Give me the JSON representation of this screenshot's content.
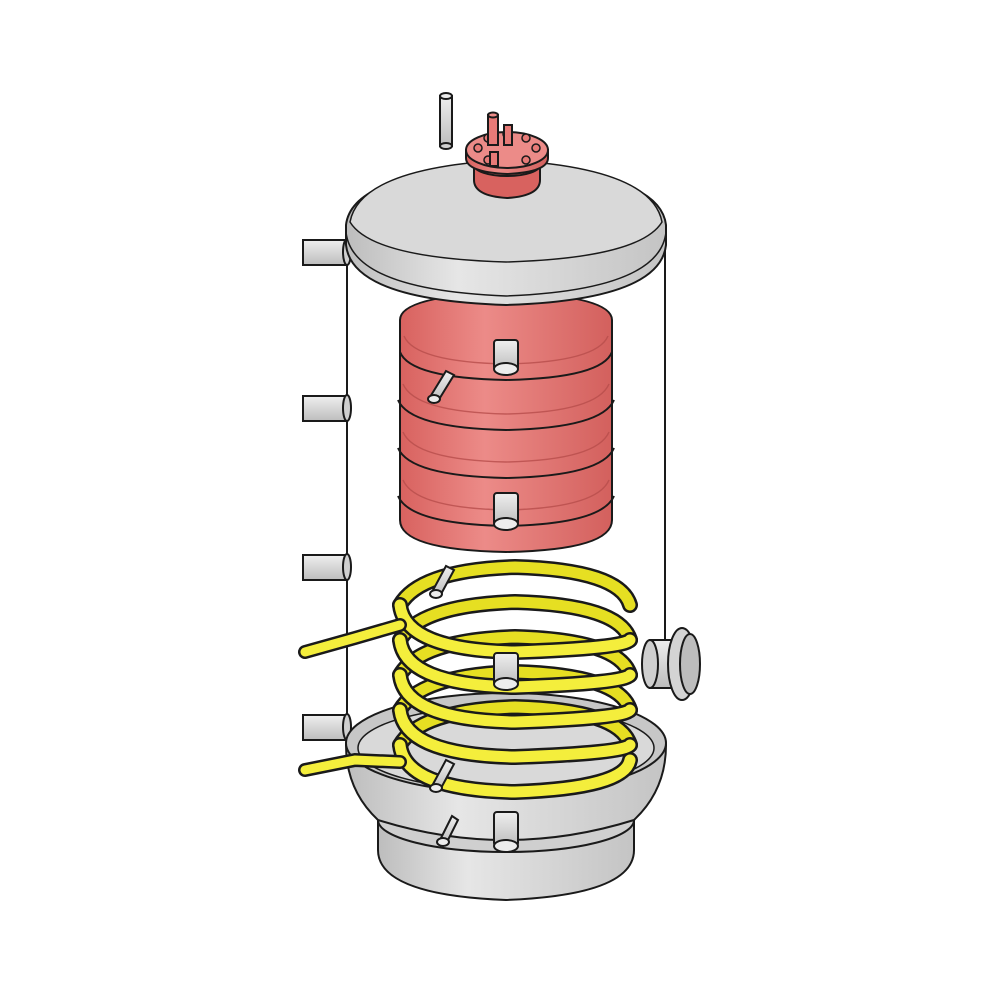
{
  "figure": {
    "type": "exploded isometric illustration of a storage tank",
    "colors": {
      "background": "#ffffff",
      "outline": "#1a1a1a",
      "shell_metal": "#dcdcdc",
      "shell_shadow": "#b9b9b9",
      "inner_tank": "#e77a77",
      "inner_tank_shadow": "#c75a58",
      "flange": "#e77a77",
      "coil": "#f2ec38",
      "coil_shadow": "#c9c21a",
      "nozzle": "#d6d6d6"
    },
    "parts": [
      {
        "id": "top-cap",
        "icon": "dished-head-icon"
      },
      {
        "id": "inspection-flange-top",
        "icon": "bolted-flange-icon"
      },
      {
        "id": "inner-corrugated-tank",
        "icon": "corrugated-cylinder-icon"
      },
      {
        "id": "heating-coil",
        "icon": "helical-coil-icon"
      },
      {
        "id": "side-flange",
        "icon": "bolted-flange-icon"
      },
      {
        "id": "bottom-cap",
        "icon": "dished-head-icon"
      },
      {
        "id": "side-nozzles",
        "icon": "pipe-stub-icon"
      }
    ]
  }
}
